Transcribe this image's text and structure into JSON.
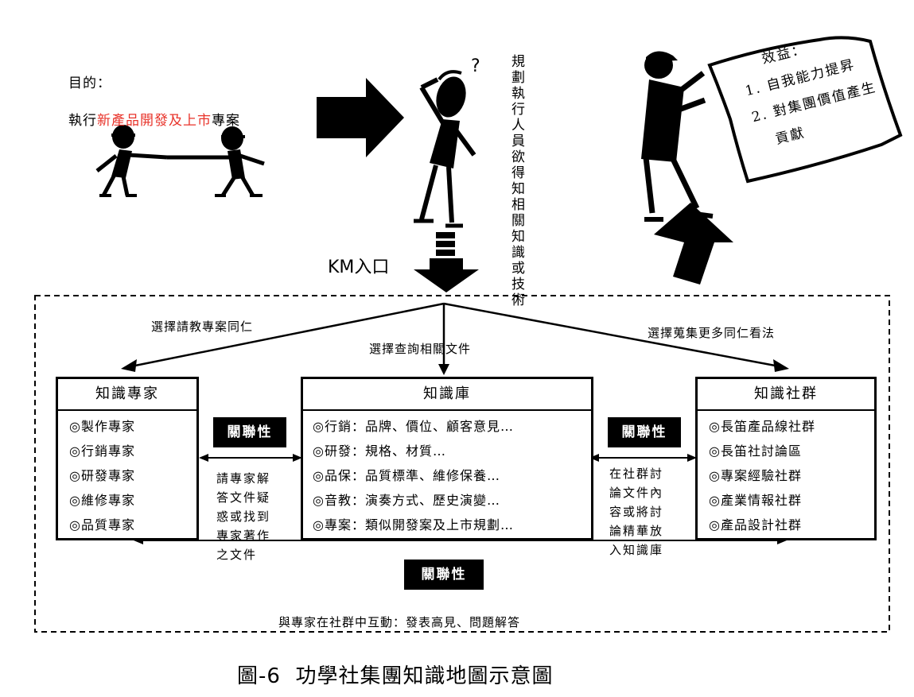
{
  "purpose": {
    "label": "目的：",
    "prefix": "執行",
    "highlight": "新產品開發及上市",
    "suffix": "專案"
  },
  "thinker_note": [
    "規劃執行人員欲得知",
    "相關知識或技術"
  ],
  "benefit": {
    "title": "效益：",
    "line1": "1. 自我能力提昇",
    "line2": "2. 對集團價值產生",
    "line3": "貢獻"
  },
  "km_entry": "KM入口",
  "paths": {
    "left": "選擇請教專案同仁",
    "center": "選擇查詢相關文件",
    "right": "選擇蒐集更多同仁看法"
  },
  "boxes": {
    "experts": {
      "title": "知識專家",
      "items": [
        "◎製作專家",
        "◎行銷專家",
        "◎研發專家",
        "◎維修專家",
        "◎品質專家"
      ]
    },
    "library": {
      "title": "知識庫",
      "items": [
        "◎行銷：品牌、價位、顧客意見…",
        "◎研發：規格、材質…",
        "◎品保：品質標準、維修保養…",
        "◎音教：演奏方式、歷史演變…",
        "◎專案：類似開發案及上市規劃…"
      ]
    },
    "community": {
      "title": "知識社群",
      "items": [
        "◎長笛產品線社群",
        "◎長笛社討論區",
        "◎專案經驗社群",
        "◎產業情報社群",
        "◎產品設計社群"
      ]
    }
  },
  "relations": {
    "left_badge": "關聯性",
    "right_badge": "關聯性",
    "bottom_badge": "關聯性",
    "left_note": [
      "請專家解",
      "答文件疑",
      "惑或找到",
      "專家著作",
      "之文件"
    ],
    "right_note": [
      "在社群討",
      "論文件內",
      "容或將討",
      "論精華放",
      "入知識庫"
    ]
  },
  "bottom_note": "與專家在社群中互動：發表高見、問題解答",
  "caption": "圖-6  功學社集團知識地圖示意圖"
}
